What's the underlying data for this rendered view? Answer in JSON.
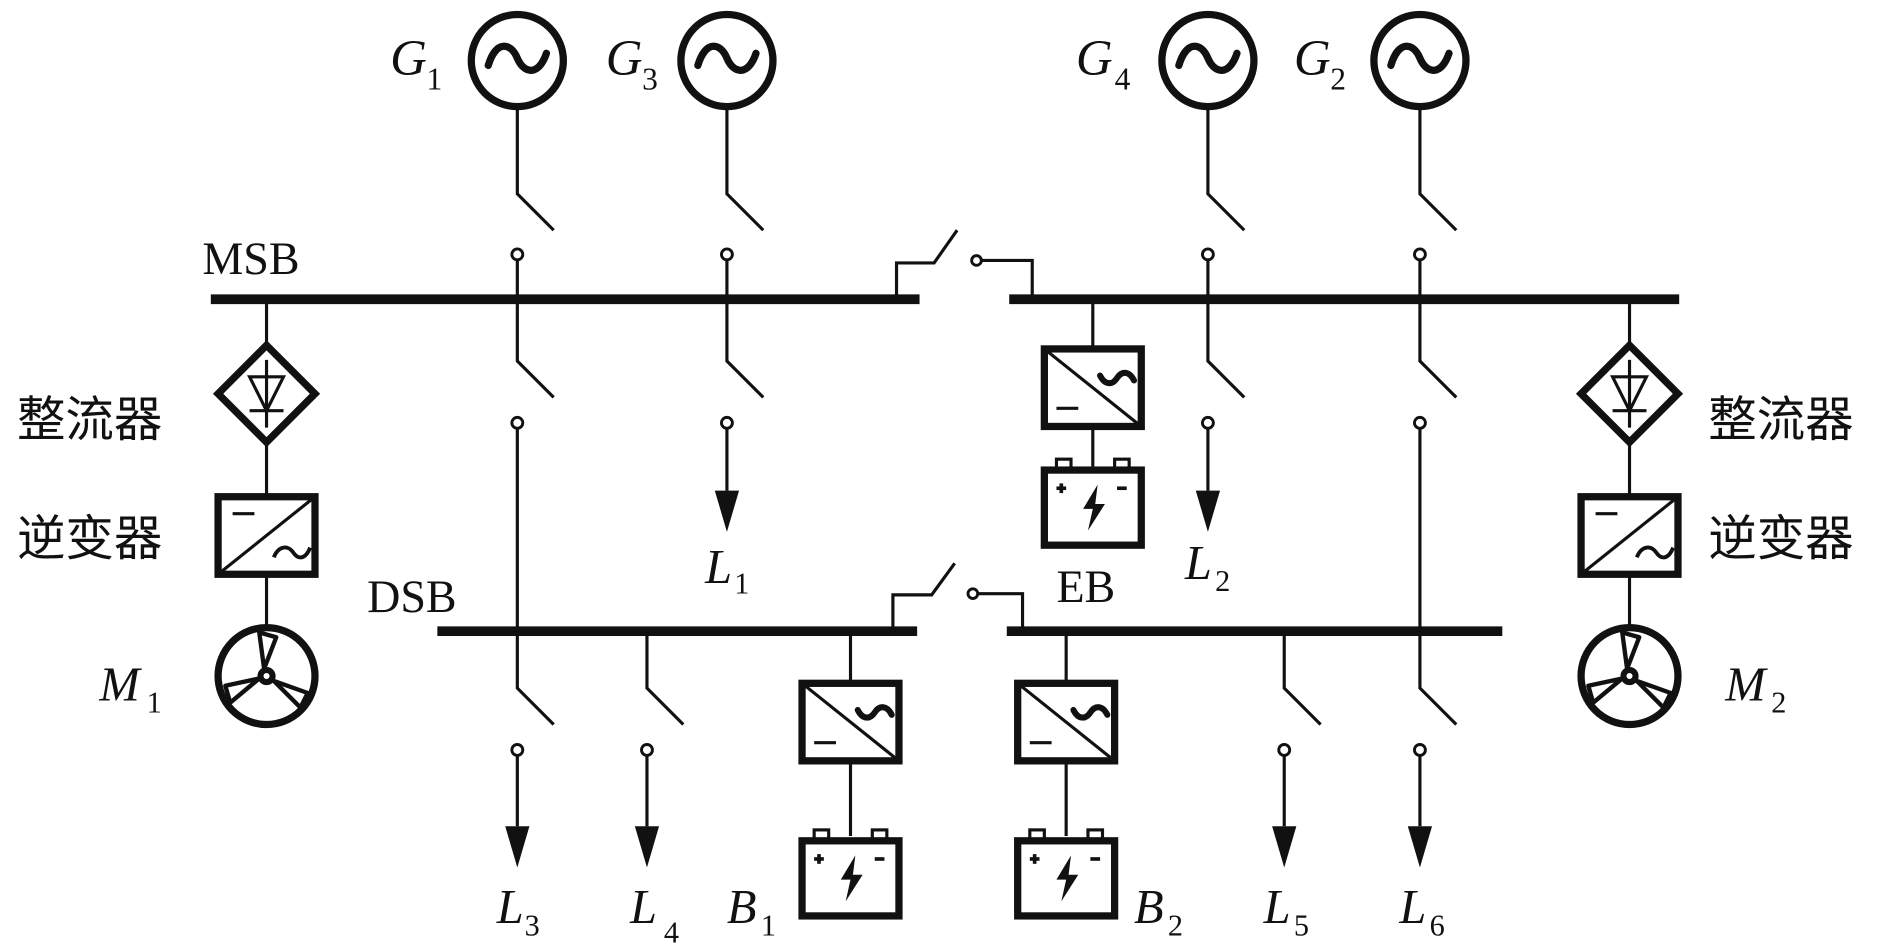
{
  "buses": {
    "main": "MSB",
    "distribution": "DSB",
    "emergency": "EB"
  },
  "generators": [
    {
      "id": "G1",
      "letter": "G",
      "sub": "1"
    },
    {
      "id": "G3",
      "letter": "G",
      "sub": "3"
    },
    {
      "id": "G4",
      "letter": "G",
      "sub": "4"
    },
    {
      "id": "G2",
      "letter": "G",
      "sub": "2"
    }
  ],
  "loads": [
    {
      "id": "L1",
      "letter": "L",
      "sub": "1"
    },
    {
      "id": "L2",
      "letter": "L",
      "sub": "2"
    },
    {
      "id": "L3",
      "letter": "L",
      "sub": "3"
    },
    {
      "id": "L4",
      "letter": "L",
      "sub": "4"
    },
    {
      "id": "L5",
      "letter": "L",
      "sub": "5"
    },
    {
      "id": "L6",
      "letter": "L",
      "sub": "6"
    }
  ],
  "batteries": [
    {
      "id": "B1",
      "letter": "B",
      "sub": "1"
    },
    {
      "id": "B2",
      "letter": "B",
      "sub": "2"
    }
  ],
  "motors": [
    {
      "id": "M1",
      "letter": "M",
      "sub": "1"
    },
    {
      "id": "M2",
      "letter": "M",
      "sub": "2"
    }
  ],
  "converters": {
    "rectifier_label": "整流器",
    "inverter_label": "逆变器"
  },
  "colors": {
    "ink": "#111111",
    "background": "#ffffff"
  }
}
